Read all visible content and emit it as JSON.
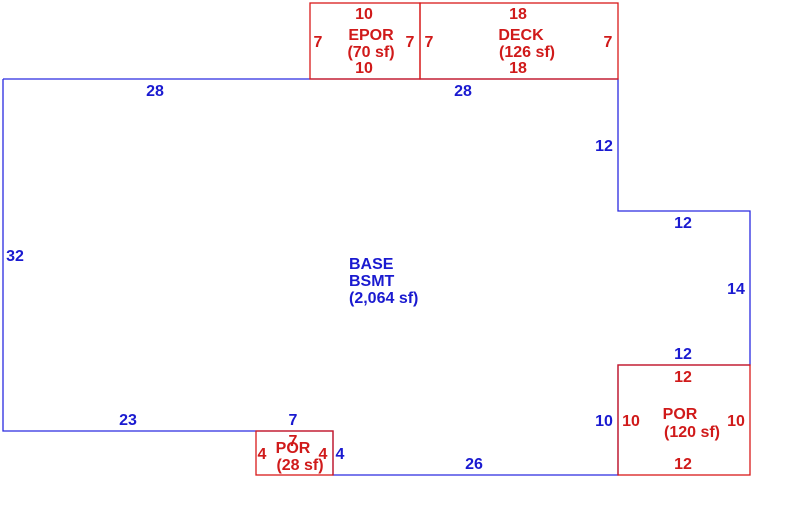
{
  "colors": {
    "base": "#1a1ad0",
    "addition": "#d01a1a"
  },
  "base": {
    "name": "BASE",
    "sub": "BSMT",
    "area": "(2,064 sf)",
    "dims": {
      "top_left": "28",
      "top_right": "28",
      "right_upper": "12",
      "step_top": "12",
      "step_right": "14",
      "step_bottom": "12",
      "right_lower": "10",
      "bottom_right": "26",
      "notch_right": "4",
      "notch_top": "7",
      "bottom_left": "23",
      "left": "32"
    }
  },
  "epor": {
    "name": "EPOR",
    "area": "(70 sf)",
    "top": "10",
    "bottom": "10",
    "left": "7",
    "right": "7"
  },
  "deck": {
    "name": "DECK",
    "area": "(126 sf)",
    "top": "18",
    "bottom": "18",
    "left": "7",
    "right": "7"
  },
  "por_large": {
    "name": "POR",
    "area": "(120 sf)",
    "top": "12",
    "bottom": "12",
    "left": "10",
    "right": "10"
  },
  "por_small": {
    "name": "POR",
    "area": "(28 sf)",
    "top": "7",
    "bottom": "7",
    "left": "4",
    "right": "4"
  }
}
